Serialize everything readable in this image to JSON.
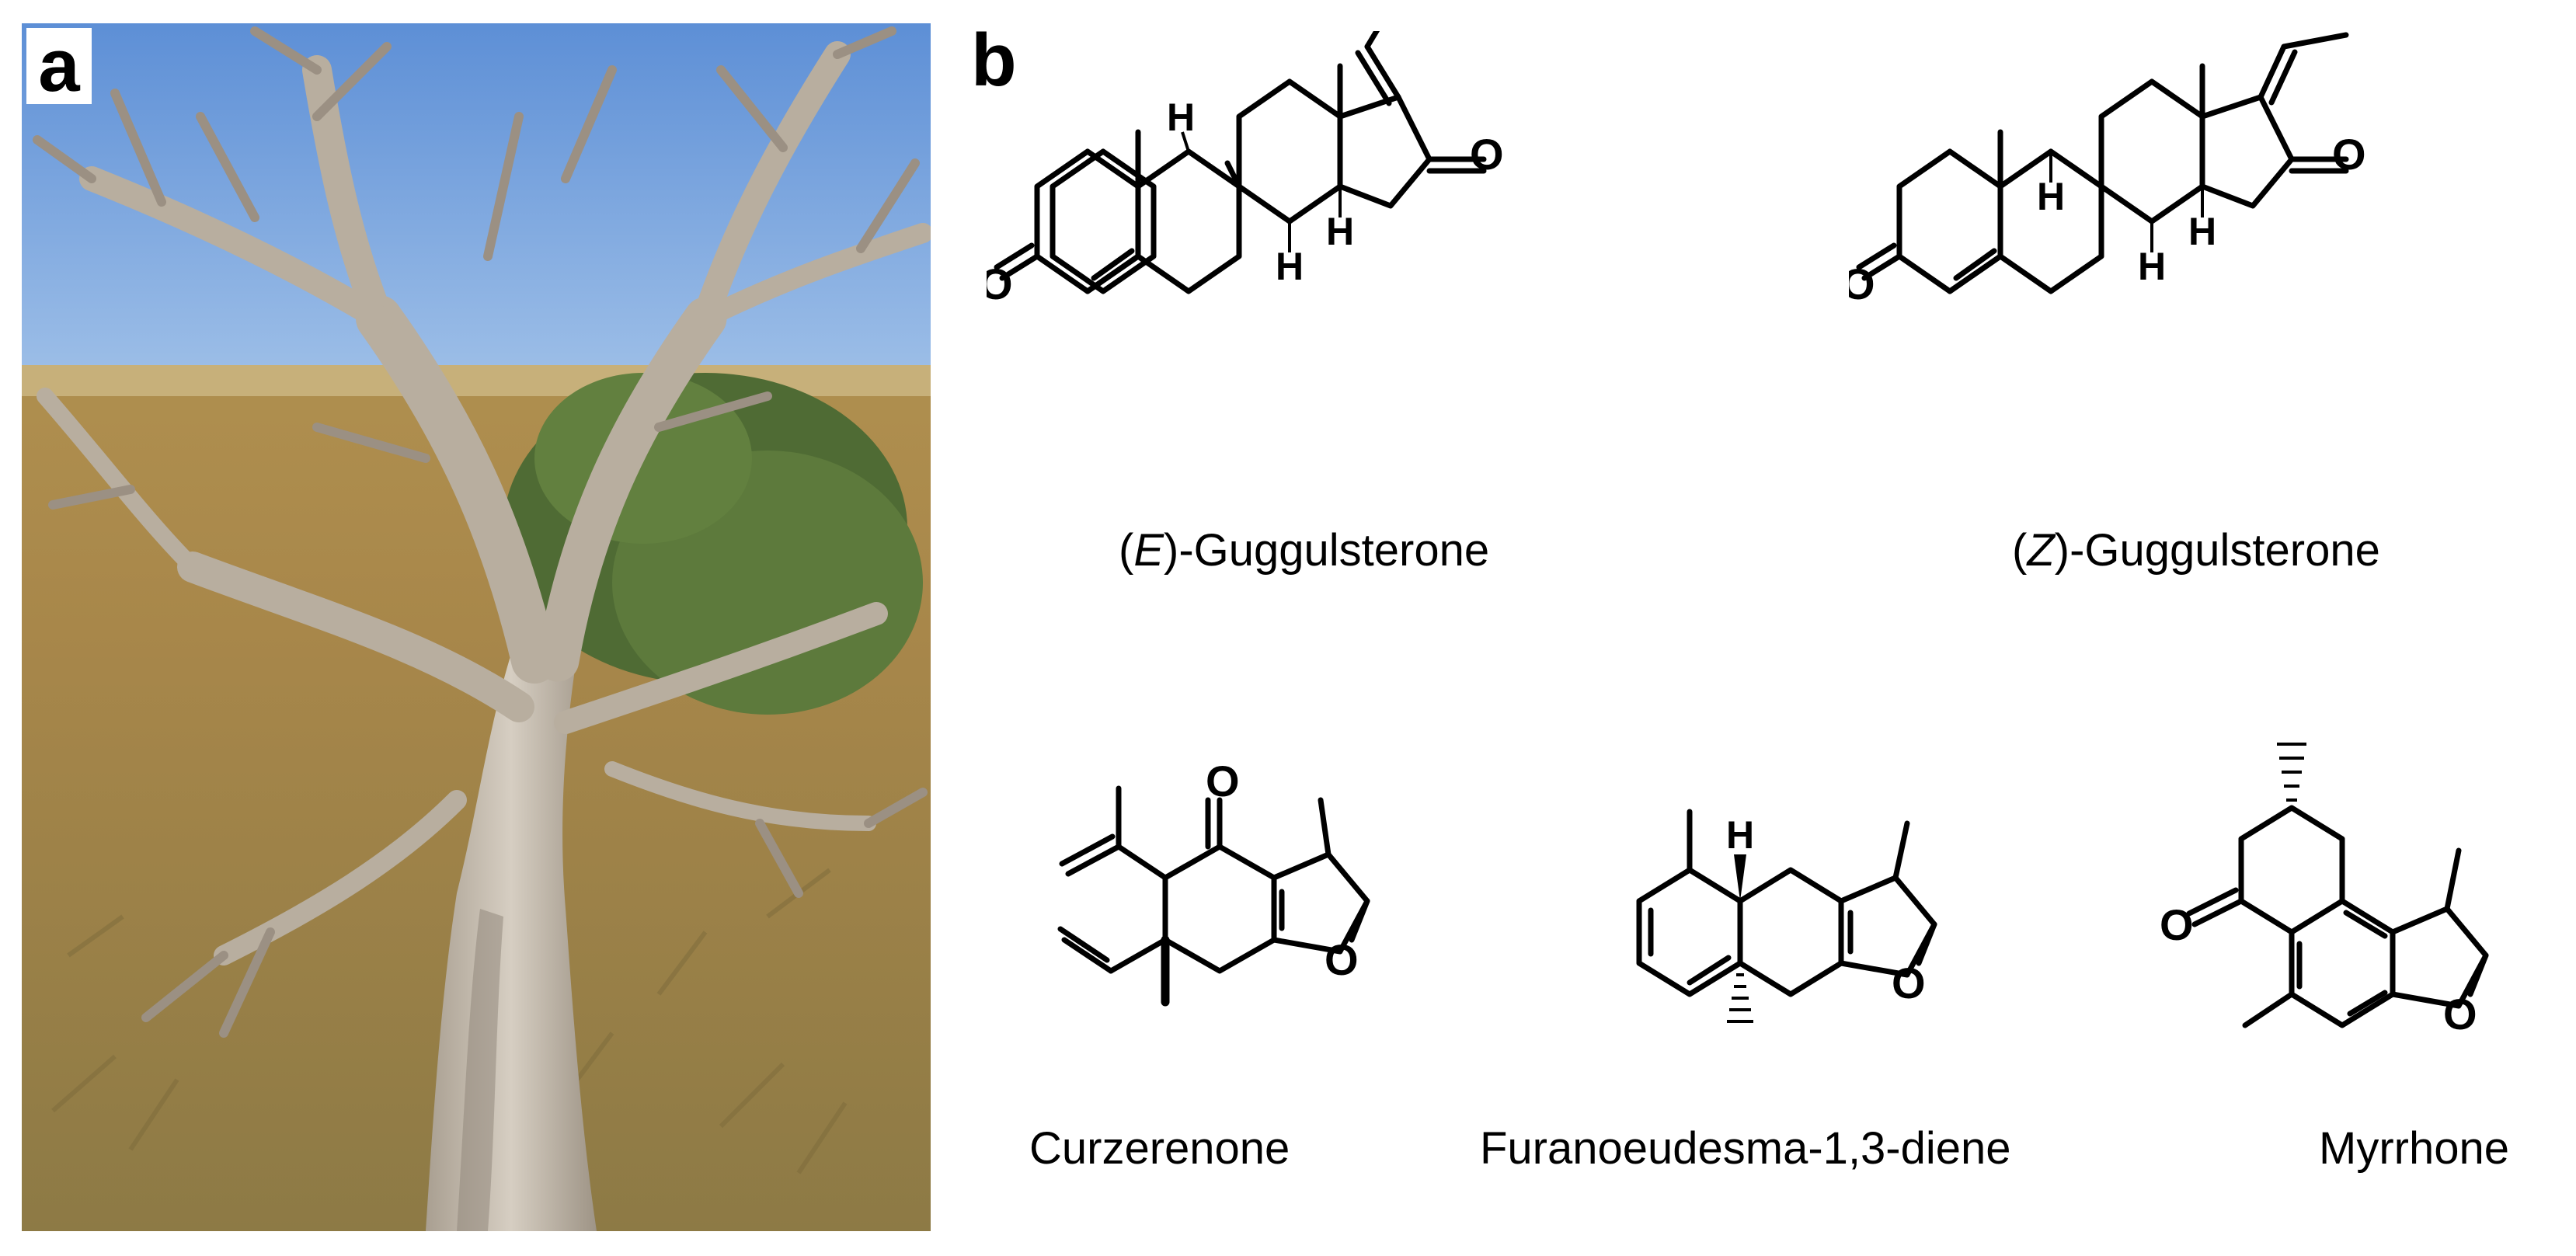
{
  "panel_a": {
    "label": "a"
  },
  "panel_b": {
    "label": "b",
    "compounds": [
      {
        "prefix": "(",
        "italic": "E",
        "suffix": ")-Guggulsterone"
      },
      {
        "prefix": "(",
        "italic": "Z",
        "suffix": ")-Guggulsterone"
      },
      {
        "name": "Curzerenone"
      },
      {
        "name": "Furanoeudesma-1,3-diene"
      },
      {
        "name": "Myrrhone"
      }
    ],
    "atom_labels": {
      "oxygen": "O",
      "hydrogen": "H"
    }
  }
}
